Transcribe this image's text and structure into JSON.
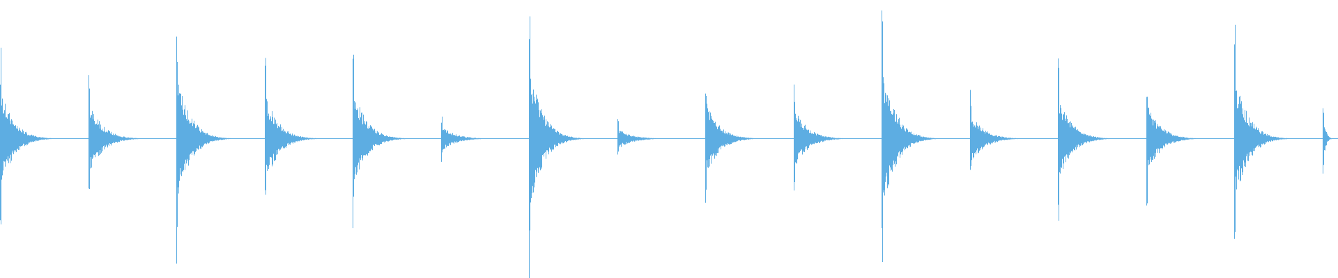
{
  "waveform": {
    "color": "#5DADE2",
    "background": "#FFFFFF",
    "onset_count": 16,
    "pattern": "percussive-hits-with-decay",
    "hits": [
      {
        "amplitude": 0.43,
        "tail_decay": 0.85
      },
      {
        "amplitude": 0.32,
        "tail_decay": 0.8
      },
      {
        "amplitude": 0.57,
        "tail_decay": 0.88
      },
      {
        "amplitude": 0.39,
        "tail_decay": 0.84
      },
      {
        "amplitude": 0.45,
        "tail_decay": 0.72
      },
      {
        "amplitude": 0.11,
        "tail_decay": 0.7
      },
      {
        "amplitude": 0.63,
        "tail_decay": 0.9
      },
      {
        "amplitude": 0.09,
        "tail_decay": 0.6
      },
      {
        "amplitude": 0.33,
        "tail_decay": 0.8
      },
      {
        "amplitude": 0.27,
        "tail_decay": 0.72
      },
      {
        "amplitude": 0.66,
        "tail_decay": 0.88
      },
      {
        "amplitude": 0.23,
        "tail_decay": 0.76
      },
      {
        "amplitude": 0.38,
        "tail_decay": 0.8
      },
      {
        "amplitude": 0.31,
        "tail_decay": 0.78
      },
      {
        "amplitude": 0.56,
        "tail_decay": 0.86
      },
      {
        "amplitude": 0.24,
        "tail_decay": 0.7
      }
    ]
  }
}
